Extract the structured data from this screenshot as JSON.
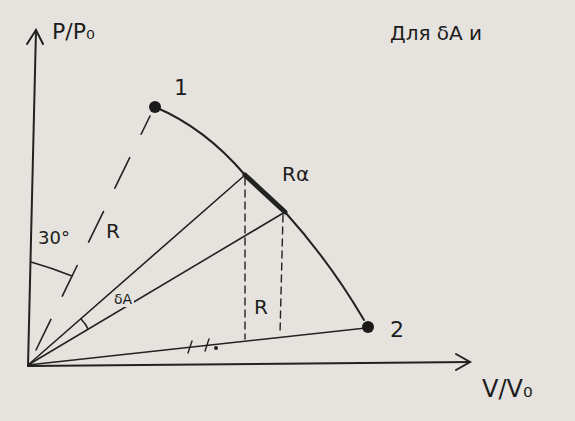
{
  "diagram": {
    "labels": [
      "P/P₀",
      "Для δA и",
      "1",
      "Rα",
      "R",
      "30°",
      "δA",
      "R",
      "2",
      "V/V₀"
    ]
  }
}
